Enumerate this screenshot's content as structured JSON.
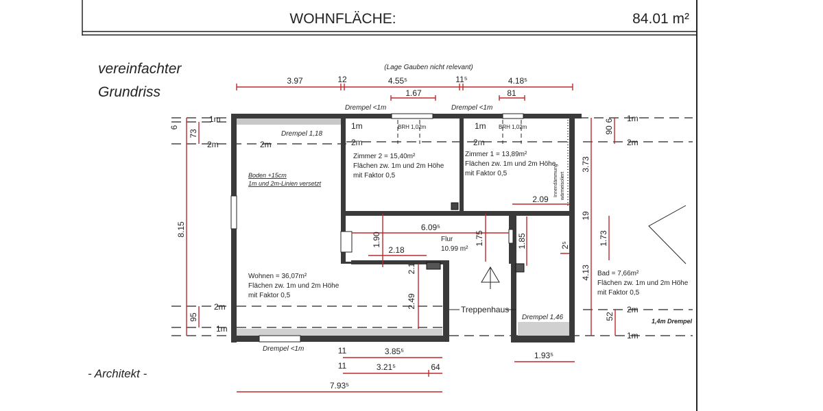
{
  "header": {
    "title": "WOHNFLÄCHE:",
    "total_area": "84.01 m²"
  },
  "labels": {
    "plan_title_1": "vereinfachter",
    "plan_title_2": "Grundriss",
    "architect": "- Architekt -",
    "note_top": "(Lage Gauben nicht relevant)"
  },
  "colors": {
    "dimension_line": "#c0282d",
    "wall": "#3a3a3a",
    "drempel_fill": "#c8c8c8"
  },
  "dimensions": {
    "top": [
      "3.97",
      "12",
      "4.55⁵",
      "11⁵",
      "4.18⁵",
      "1.67",
      "81"
    ],
    "inner": [
      "6.09⁵",
      "1.90",
      "1.75",
      "2.18",
      "1.85",
      "2⁵",
      "2.09",
      "2.1",
      "2.49"
    ],
    "left": [
      "8.15",
      "73",
      "95",
      "6"
    ],
    "right": [
      "3.73",
      "90",
      "6",
      "19",
      "1.73",
      "4.13",
      "52"
    ],
    "bottom": [
      "11",
      "3.85⁵",
      "11",
      "3.21⁵",
      "64",
      "7.93⁵",
      "1.93⁵"
    ]
  },
  "height_lines": {
    "one_m": "1m",
    "two_m": "2m"
  },
  "drempel": {
    "top_left": "Drempel 1,18",
    "zimmer2": "Drempel <1m",
    "zimmer1": "Drempel <1m",
    "bottom": "Drempel <1m",
    "bad": "Drempel 1,46",
    "right": "1,4m Drempel"
  },
  "rooms": {
    "zimmer2": {
      "name": "Zimmer 2 = 15,40m²",
      "note1": "Flächen zw. 1m und 2m Höhe",
      "note2": "mit Faktor 0,5",
      "brh": "BRH 1,02m"
    },
    "zimmer1": {
      "name": "Zimmer 1 = 13,89m²",
      "note1": "Flächen zw. 1m und 2m Höhe",
      "note2": "mit Faktor 0,5",
      "brh": "BRH 1,02m",
      "insulation1": "Innendämmung",
      "insulation2": "wärmeisoliert"
    },
    "wohnen": {
      "name": "Wohnen = 36,07m²",
      "note1": "Flächen zw. 1m und 2m Höhe",
      "note2": "mit Faktor 0,5",
      "floor1": "Boden +15cm",
      "floor2": "1m und 2m-Linien versetzt"
    },
    "flur": {
      "name": "Flur",
      "area": "10.99 m²"
    },
    "bad": {
      "name": "Bad = 7,66m²",
      "note1": "Flächen zw. 1m und 2m Höhe",
      "note2": "mit Faktor 0,5"
    },
    "treppenhaus": {
      "name": "Treppenhaus"
    }
  }
}
